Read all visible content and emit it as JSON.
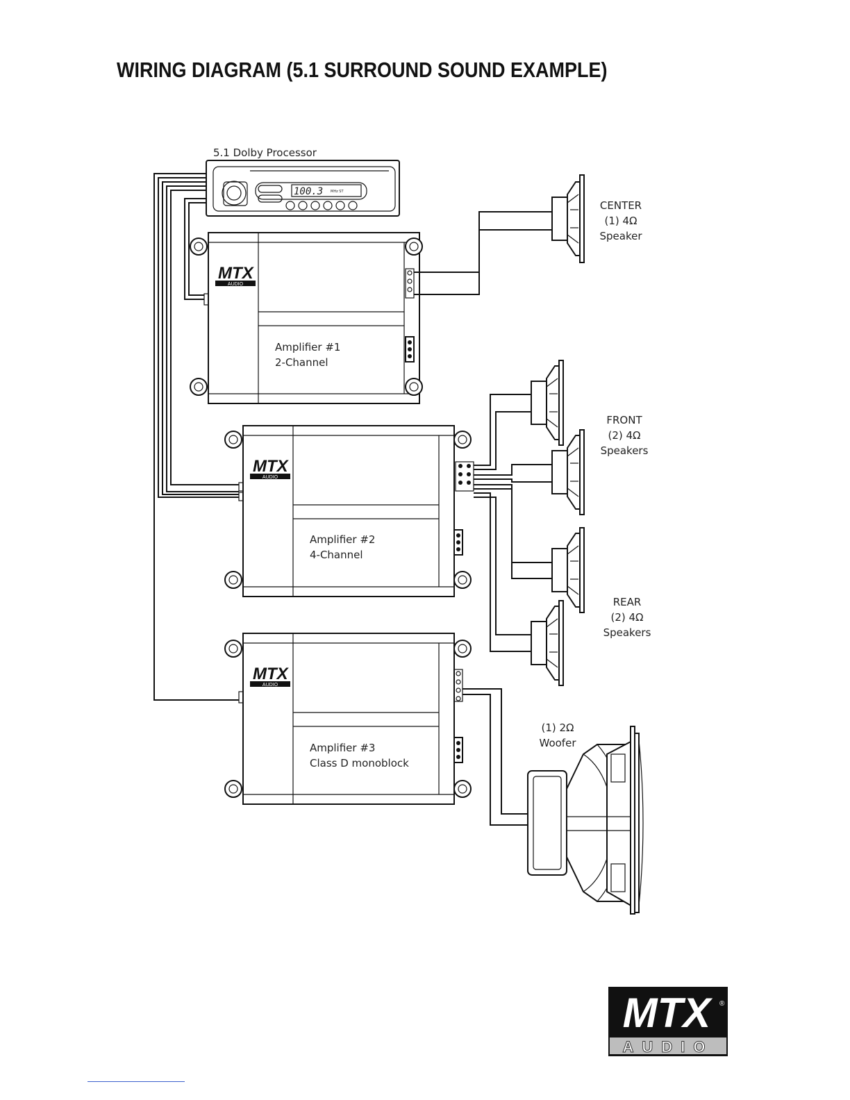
{
  "title": "WIRING DIAGRAM (5.1 SURROUND SOUND EXAMPLE)",
  "processor": {
    "label": "5.1 Dolby Processor",
    "display": "100.3",
    "display_sub": "MHz  ST"
  },
  "amplifiers": [
    {
      "name": "Amplifier #1",
      "type": "2-Channel",
      "brand": "MTX",
      "brand_sub": "AUDIO"
    },
    {
      "name": "Amplifier #2",
      "type": "4-Channel",
      "brand": "MTX",
      "brand_sub": "AUDIO"
    },
    {
      "name": "Amplifier #3",
      "type": "Class D monoblock",
      "brand": "MTX",
      "brand_sub": "AUDIO"
    }
  ],
  "speakers": {
    "center": {
      "line1": "CENTER",
      "line2": "(1) 4Ω",
      "line3": "Speaker"
    },
    "front": {
      "line1": "FRONT",
      "line2": "(2) 4Ω",
      "line3": "Speakers"
    },
    "rear": {
      "line1": "REAR",
      "line2": "(2) 4Ω",
      "line3": "Speakers"
    },
    "woofer": {
      "line1": "(1) 2Ω",
      "line2": "Woofer"
    }
  },
  "footer_logo": {
    "brand": "MTX",
    "sub": "AUDIO",
    "mark": "®"
  }
}
